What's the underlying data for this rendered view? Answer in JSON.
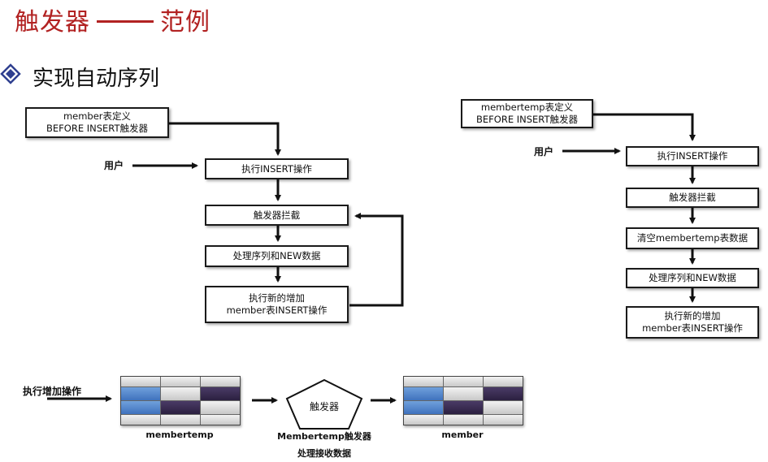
{
  "header": {
    "title_left": "触发器",
    "title_right": "范例",
    "subtitle": "实现自动序列"
  },
  "left_flow": {
    "def_box": [
      "member表定义",
      "BEFORE INSERT触发器"
    ],
    "user_label": "用户",
    "steps": [
      [
        "执行INSERT操作"
      ],
      [
        "触发器拦截"
      ],
      [
        "处理序列和NEW数据"
      ],
      [
        "执行新的增加",
        "member表INSERT操作"
      ]
    ]
  },
  "right_flow": {
    "def_box": [
      "membertemp表定义",
      "BEFORE INSERT触发器"
    ],
    "user_label": "用户",
    "steps": [
      [
        "执行INSERT操作"
      ],
      [
        "触发器拦截"
      ],
      [
        "清空membertemp表数据"
      ],
      [
        "处理序列和NEW数据"
      ],
      [
        "执行新的增加",
        "member表INSERT操作"
      ]
    ]
  },
  "bottom_flow": {
    "action_label": "执行增加操作",
    "source_table": "membertemp",
    "trigger_shape": "触发器",
    "trigger_caption": [
      "Membertemp触发器",
      "处理接收数据"
    ],
    "target_table": "member"
  },
  "colors": {
    "title": "#b22222",
    "bullet": "#2f3f8f",
    "cell_blue": "#3f72bd",
    "cell_dark": "#2b2040"
  }
}
